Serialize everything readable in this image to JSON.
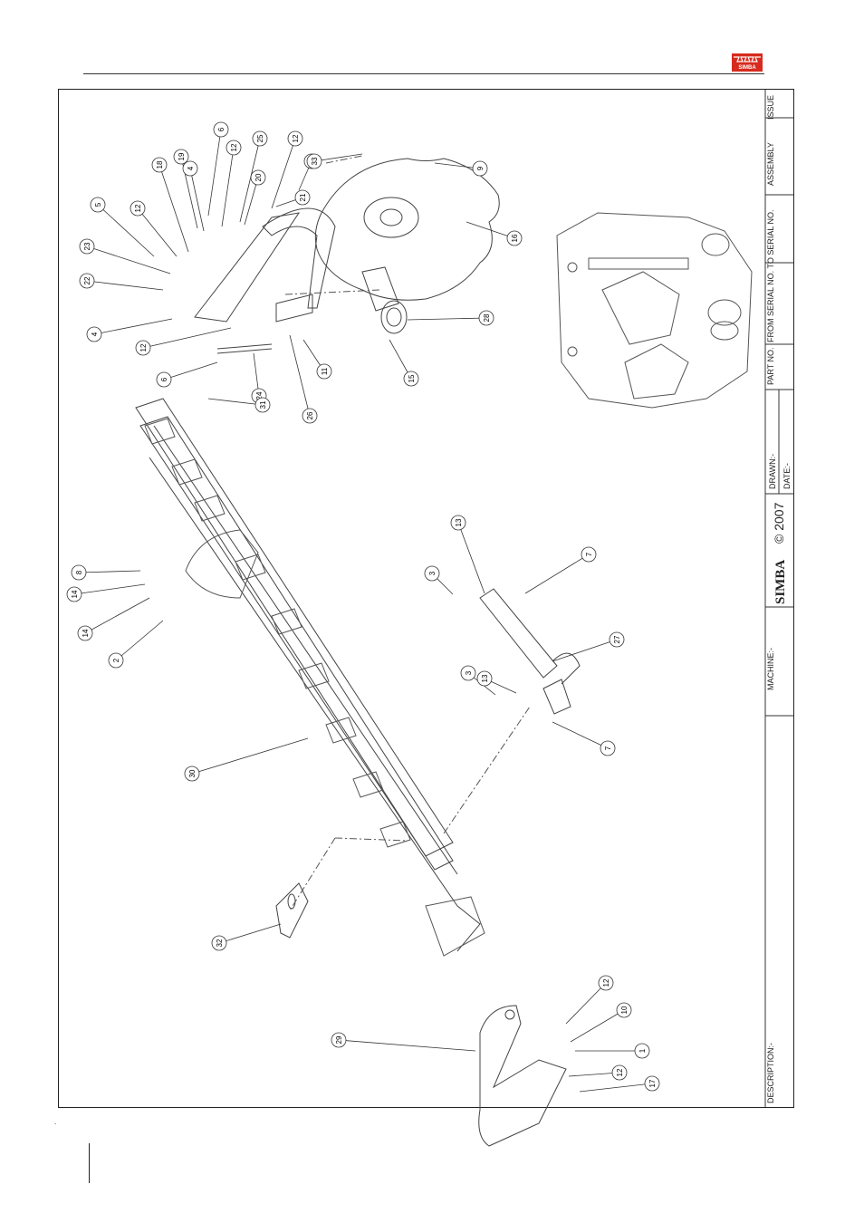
{
  "header": {
    "brand_logo_text": "SIMBA",
    "brand_color": "#d62b1e"
  },
  "title_block": {
    "issue": "ISSUE",
    "assembly": "ASSEMBLY",
    "serial": "FROM SERIAL NO.  TO SERIAL NO.",
    "part_no": "PART NO.",
    "drawn": "DRAWN:-",
    "date": "DATE:-",
    "copyright": "© 2007",
    "brand": "SIMBA",
    "machine": "MACHINE:-",
    "description": "DESCRIPTION:-"
  },
  "callouts": [
    {
      "n": "6"
    },
    {
      "n": "12"
    },
    {
      "n": "25"
    },
    {
      "n": "12"
    },
    {
      "n": "19"
    },
    {
      "n": "4"
    },
    {
      "n": "18"
    },
    {
      "n": "20"
    },
    {
      "n": "6"
    },
    {
      "n": "33"
    },
    {
      "n": "9"
    },
    {
      "n": "5"
    },
    {
      "n": "12"
    },
    {
      "n": "21"
    },
    {
      "n": "23"
    },
    {
      "n": "16"
    },
    {
      "n": "22"
    },
    {
      "n": "28"
    },
    {
      "n": "4"
    },
    {
      "n": "12"
    },
    {
      "n": "11"
    },
    {
      "n": "15"
    },
    {
      "n": "6"
    },
    {
      "n": "24"
    },
    {
      "n": "31"
    },
    {
      "n": "26"
    },
    {
      "n": "13"
    },
    {
      "n": "7"
    },
    {
      "n": "8"
    },
    {
      "n": "3"
    },
    {
      "n": "14"
    },
    {
      "n": "14"
    },
    {
      "n": "2"
    },
    {
      "n": "27"
    },
    {
      "n": "3"
    },
    {
      "n": "13"
    },
    {
      "n": "7"
    },
    {
      "n": "30"
    },
    {
      "n": "32"
    },
    {
      "n": "12"
    },
    {
      "n": "10"
    },
    {
      "n": "29"
    },
    {
      "n": "1"
    },
    {
      "n": "12"
    },
    {
      "n": "17"
    }
  ]
}
